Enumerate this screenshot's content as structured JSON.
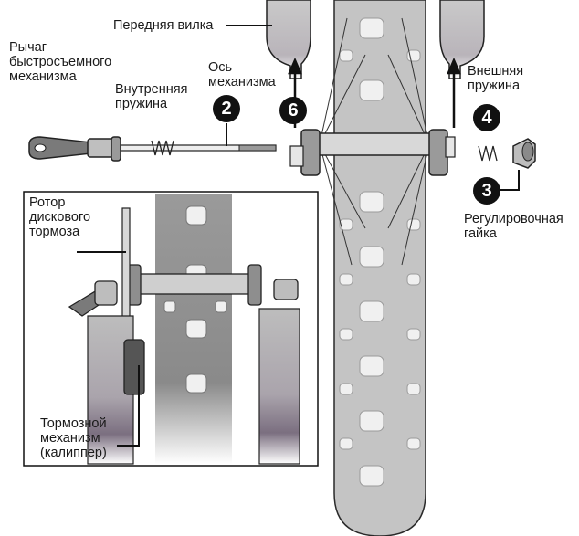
{
  "labels": {
    "front_fork": "Передняя вилка",
    "qr_lever": "Рычаг\nбыстросъемного\nмеханизма",
    "axle": "Ось\nмеханизма",
    "inner_spring": "Внутренняя\nпружина",
    "outer_spring": "Внешняя\nпружина",
    "adjust_nut": "Регулировочная\nгайка",
    "disc_rotor": "Ротор\nдискового\nтормоза",
    "caliper": "Тормозной\nмеханизм\n(калиппер)"
  },
  "badges": {
    "axle": "2",
    "adjust_nut": "3",
    "outer_spring": "4",
    "fork_step": "6"
  },
  "colors": {
    "tire_light": "#c4c4c4",
    "tire_dark": "#8e8e8e",
    "tread": "#f2f2f2",
    "outline": "#2a2a2a",
    "badge": "#111111"
  }
}
